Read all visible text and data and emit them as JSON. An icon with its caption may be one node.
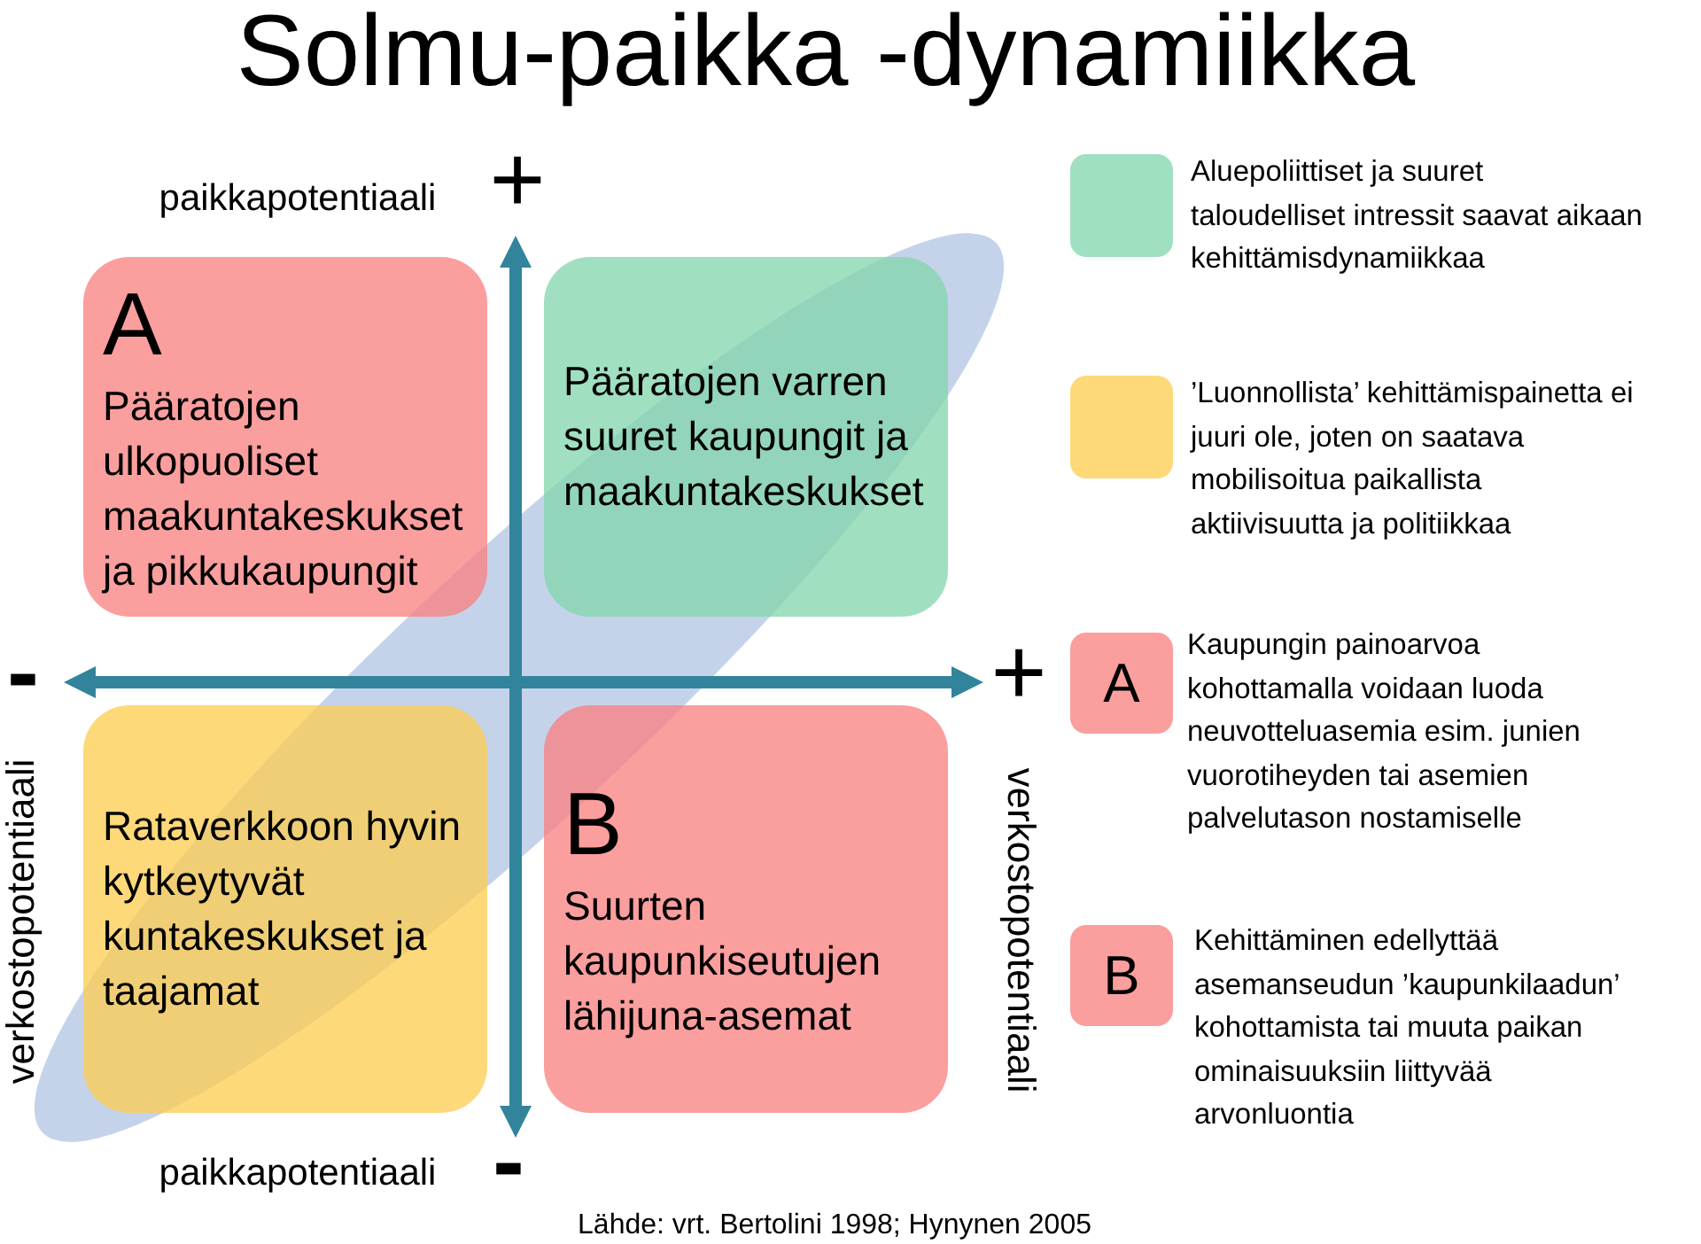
{
  "diagram": {
    "title": "Solmu-paikka -dynamiikka",
    "caption": "Lähde: vrt. Bertolini 1998; Hynynen 2005",
    "nodes": [
      {
        "text": [
          "A",
          "Pääratojen ulkopuoliset maakuntakeskukset ja pikkukaupungit"
        ]
      },
      {
        "text": [
          "Pääratojen varren suuret kaupungit ja maakuntakeskukset"
        ]
      },
      {
        "text": [
          "Rataverkkoon hyvin kytkeytyvät kuntakeskukset ja taajamat"
        ]
      },
      {
        "text": [
          "B",
          "Suurten kaupunkiseutujen lähijuna-asemat"
        ]
      },
      {
        "text": [
          "A"
        ],
        "beside": [
          "Kaupungin painoarvoa kohottamalla voidaan luoda neuvotteluasemia esim. junien vuorotiheyden tai asemien palvelutason nostamiselle"
        ]
      },
      {
        "text": [
          "B"
        ],
        "beside": [
          "Kehittäminen edellyttää asemanseudun ’kaupunkilaadun’ kohottamista tai muuta paikan ominaisuuksiin liittyvää arvonluontia"
        ]
      }
    ],
    "labels": [
      "paikkapotentiaali",
      "+",
      "-",
      "+",
      "verkostopotentiaali",
      "verkostopotentiaali",
      "paikkapotentiaali",
      "-"
    ],
    "legend": [
      {
        "text": "Aluepoliittiset ja suuret taloudelliset intressit saavat aikaan kehittämisdynamiikkaa",
        "color": "#9fe0c0"
      },
      {
        "text": "’Luonnollista’ kehittämispainetta ei juuri ole, joten on saatava mobilisoitua paikallista aktiivisuutta ja politiikkaa",
        "color": "#fdd97a"
      }
    ]
  }
}
